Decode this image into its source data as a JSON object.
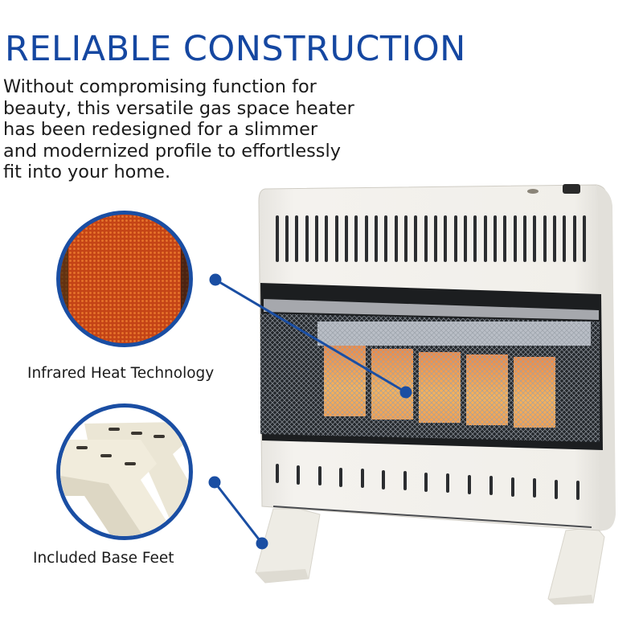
{
  "header": {
    "title": "RELIABLE CONSTRUCTION"
  },
  "description": {
    "lines": [
      "Without compromising function for",
      "beauty, this versatile gas space heater",
      "has been redesigned for a slimmer",
      "and modernized profile to effortlessly",
      "fit into your home."
    ]
  },
  "callouts": [
    {
      "label": "Infrared Heat Technology",
      "icon": "infrared-panel-closeup"
    },
    {
      "label": "Included Base Feet",
      "icon": "base-feet-closeup"
    }
  ],
  "colors": {
    "accent": "#1a4ea3",
    "heading": "#1547a1",
    "text": "#1b1b1b",
    "infrared": "#c8461a",
    "heater_body": "#f1efe9"
  }
}
